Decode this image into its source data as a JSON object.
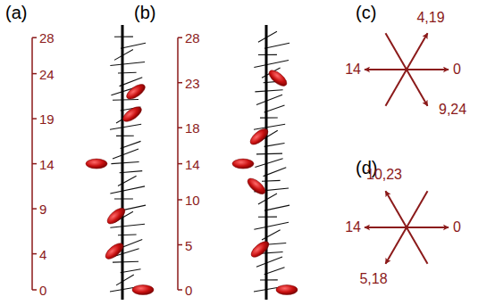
{
  "diagram": {
    "labels": [
      "(a)",
      "(b)",
      "(c)",
      "(d)",
      "28",
      "24",
      "19",
      "14",
      "9",
      "4",
      "0",
      "28",
      "23",
      "18",
      "14",
      "10",
      "5",
      "0",
      "4,19",
      "14",
      "0",
      "9,24",
      "10,23",
      "14",
      "0",
      "5,18"
    ]
  }
}
